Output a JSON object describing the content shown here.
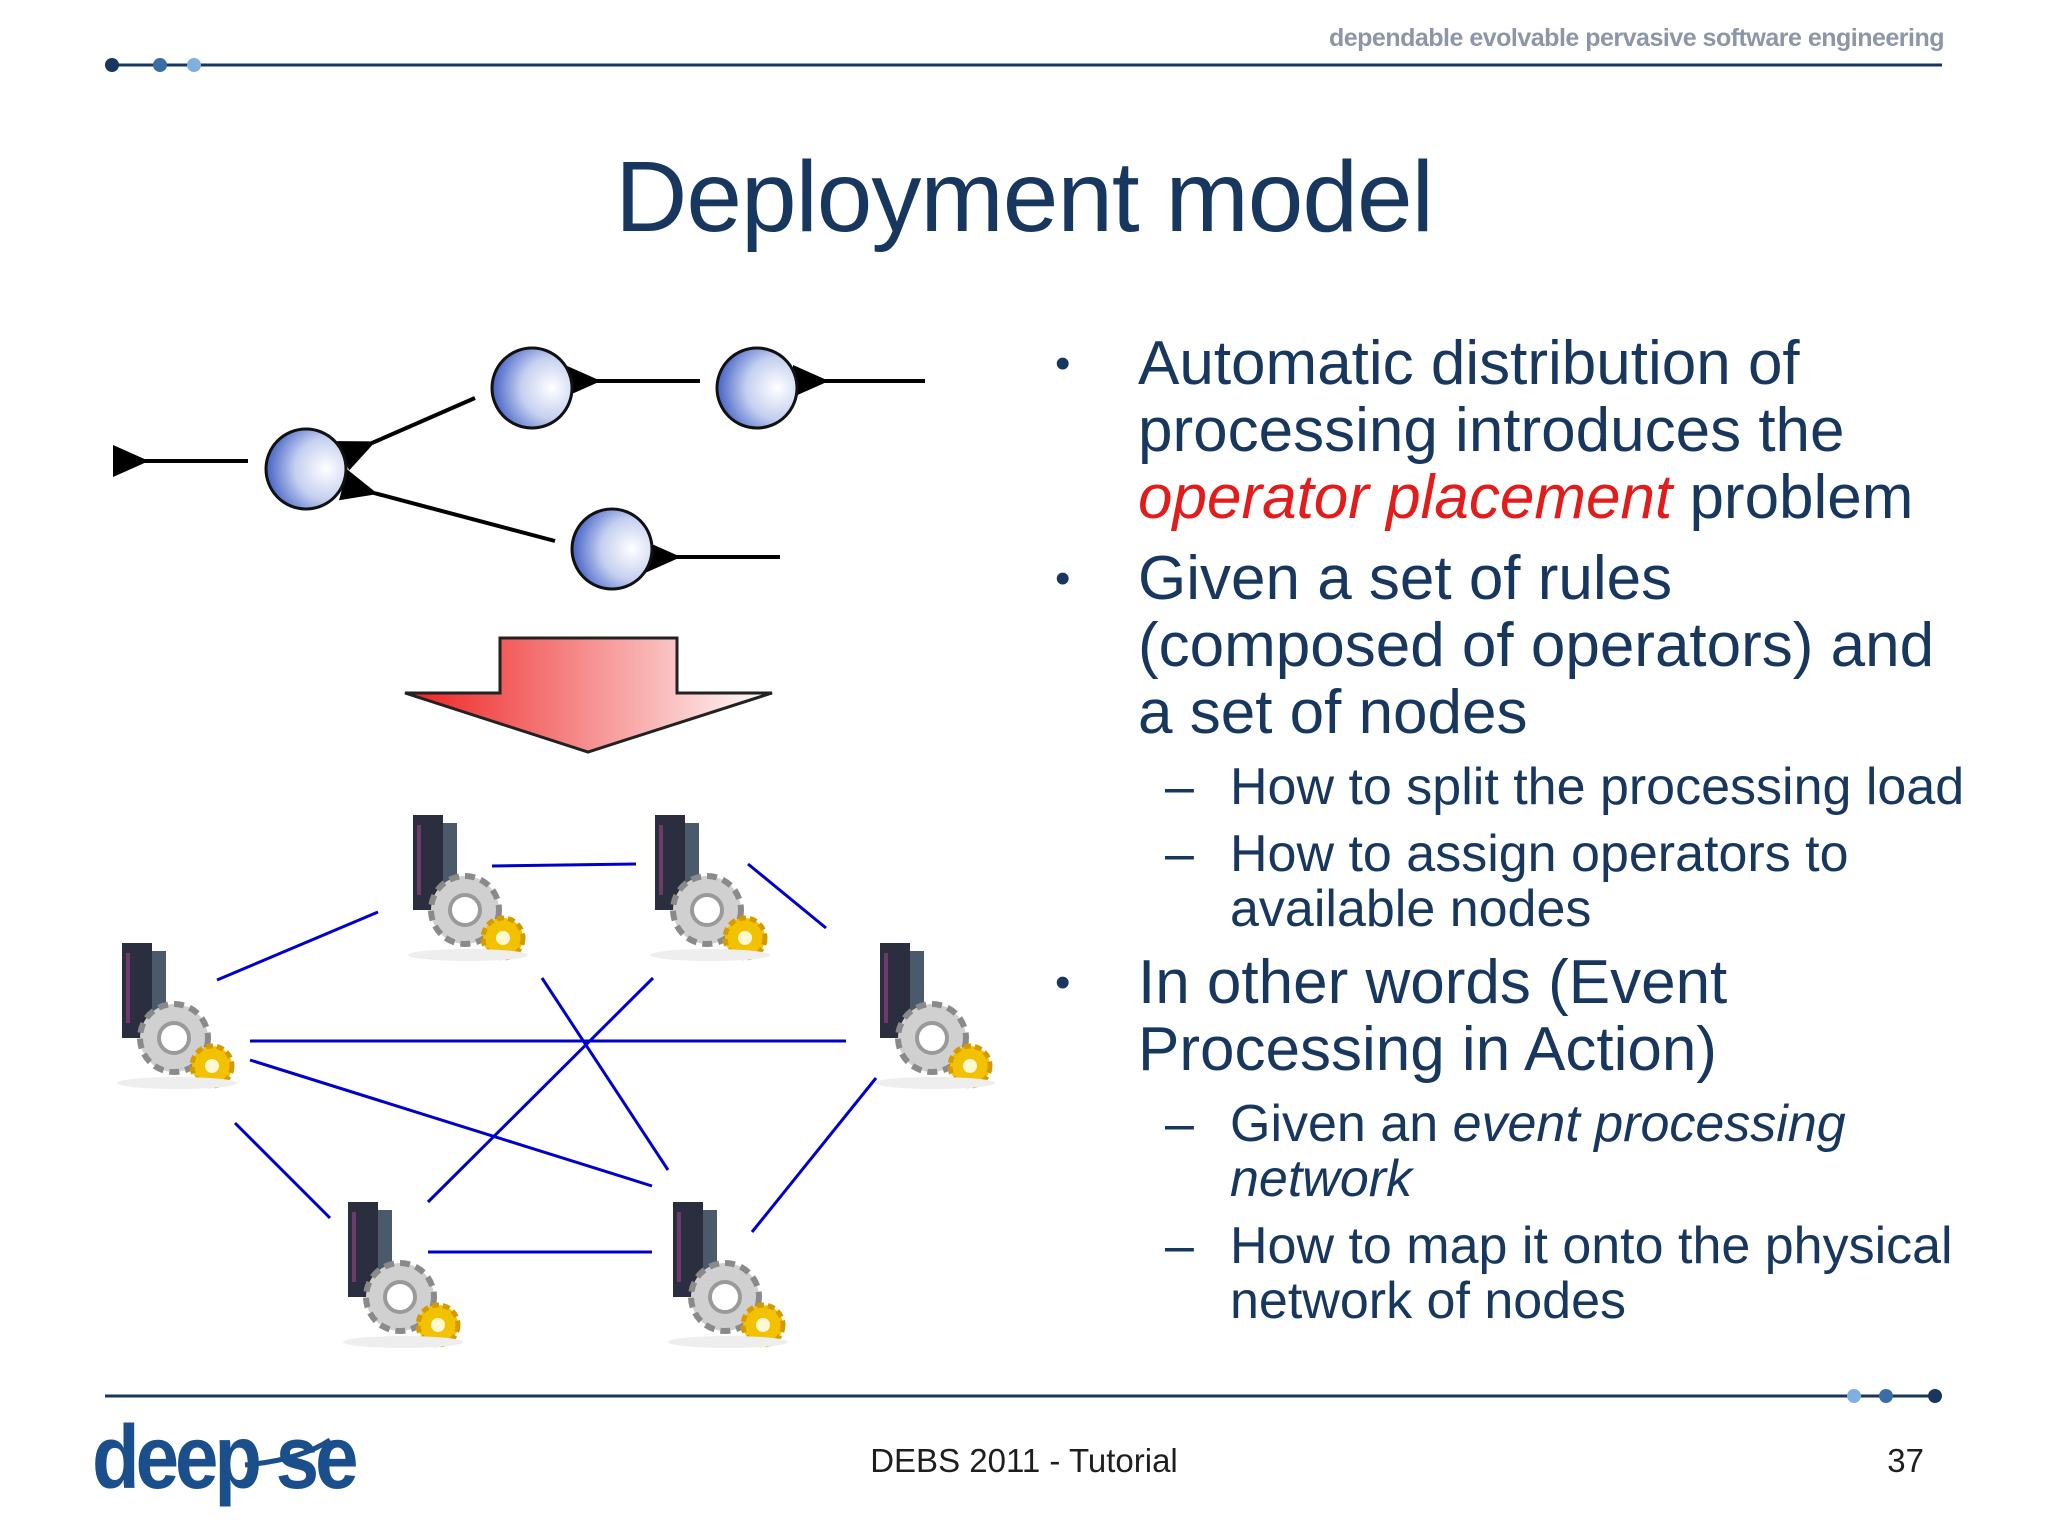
{
  "header": {
    "tagline": "dependable evolvable pervasive software engineering"
  },
  "title": "Deployment model",
  "bullets": [
    {
      "text_before": "Automatic distribution of processing introduces the ",
      "highlight": "operator placement",
      "text_after": " problem"
    },
    {
      "text": "Given a set of rules (composed of operators) and a set of nodes",
      "subitems": [
        {
          "text": "How to split the processing load"
        },
        {
          "text": "How to assign operators to available nodes"
        }
      ]
    },
    {
      "text": "In other words (Event Processing in Action)",
      "subitems": [
        {
          "text_before": "Given an ",
          "italic": "event processing network"
        },
        {
          "text": "How to map it onto the physical network of nodes"
        }
      ]
    }
  ],
  "footer": {
    "center": "DEBS 2011 - Tutorial",
    "page_number": "37",
    "logo_text": "deep se"
  },
  "colors": {
    "title": "#17375e",
    "highlight": "#e21b1b",
    "links": "#0000cc",
    "node_gradient": "#3355cc"
  },
  "icons": [
    "operator-node-icon",
    "server-gear-icon",
    "down-arrow-icon"
  ]
}
